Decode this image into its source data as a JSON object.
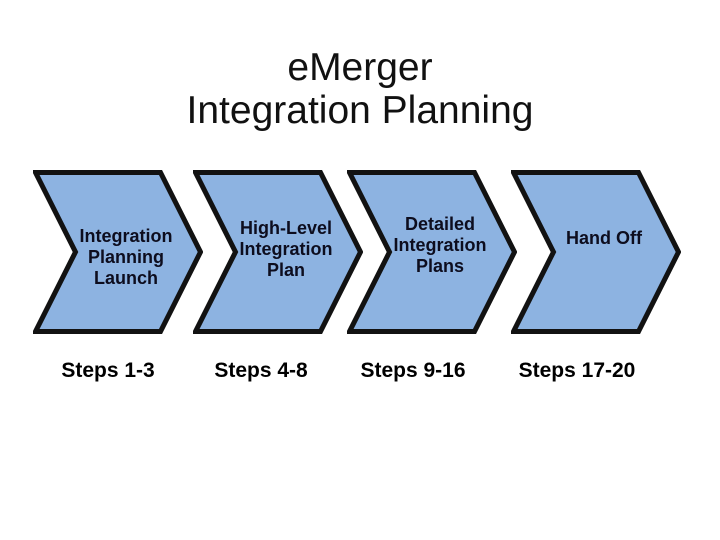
{
  "title": {
    "text": "eMerger\nIntegration Planning"
  },
  "process": {
    "stages": [
      {
        "label": "Integration\nPlanning\nLaunch",
        "steps": "Steps 1-3"
      },
      {
        "label": "High-Level\nIntegration\nPlan",
        "steps": "Steps 4-8"
      },
      {
        "label": "Detailed\nIntegration\nPlans",
        "steps": "Steps 9-16"
      },
      {
        "label": "Hand Off",
        "steps": "Steps 17-20"
      }
    ]
  },
  "colors": {
    "page_bg": "#ffffff",
    "title_text": "#111111",
    "chevron_fill": "#8db3e1",
    "chevron_border": "#121212",
    "chevron_text": "#0d0d1e",
    "steps_text": "#000000"
  }
}
